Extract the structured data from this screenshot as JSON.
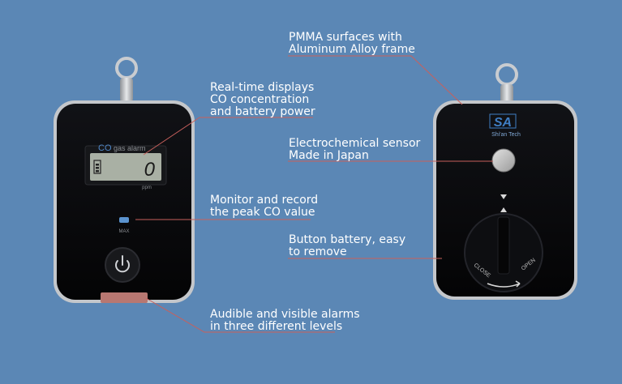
{
  "colors": {
    "background": "#5b87b5",
    "device_body": "#0a0a0c",
    "frame": "#b9bcc0",
    "leader_line": "#c8605c",
    "lcd": "#a9b0a4",
    "max_led": "#5b93cf"
  },
  "callouts": {
    "realtime": {
      "line1": "Real-time displays",
      "line2": "CO concentration",
      "line3": "and battery power"
    },
    "peak": {
      "line1": "Monitor and record",
      "line2": "the peak CO value"
    },
    "alarms": {
      "line1": "Audible and visible alarms",
      "line2": "in three different levels"
    },
    "pmma": {
      "line1": "PMMA surfaces with",
      "line2": "Aluminum Alloy frame"
    },
    "sensor": {
      "line1": "Electrochemical sensor",
      "line2": "Made in Japan"
    },
    "battery": {
      "line1": "Button battery, easy",
      "line2": "to remove"
    }
  },
  "front_device": {
    "brand_co": "CO",
    "brand_label": "gas alarm",
    "lcd_reading": "0",
    "unit": "ppm",
    "max_label": "MAX",
    "icons": [
      "power-icon",
      "battery-icon"
    ]
  },
  "back_device": {
    "logo": "SA",
    "company": "Shi'an Tech",
    "close_label": "CLOSE",
    "open_label": "OPEN",
    "icons": [
      "arrow-down-icon",
      "arrow-up-icon"
    ]
  }
}
